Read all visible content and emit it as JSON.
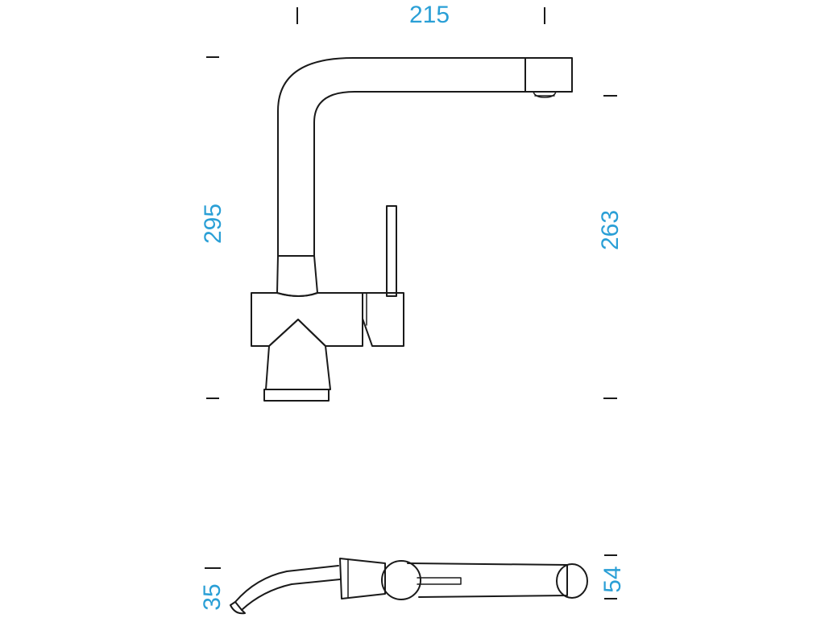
{
  "dimensions": {
    "width": "215",
    "height_total": "295",
    "height_spout": "263",
    "top_left": "35",
    "top_right": "54"
  },
  "colors": {
    "dimension_text": "#2a9fd6",
    "line": "#1a1a1a",
    "background": "#ffffff"
  }
}
